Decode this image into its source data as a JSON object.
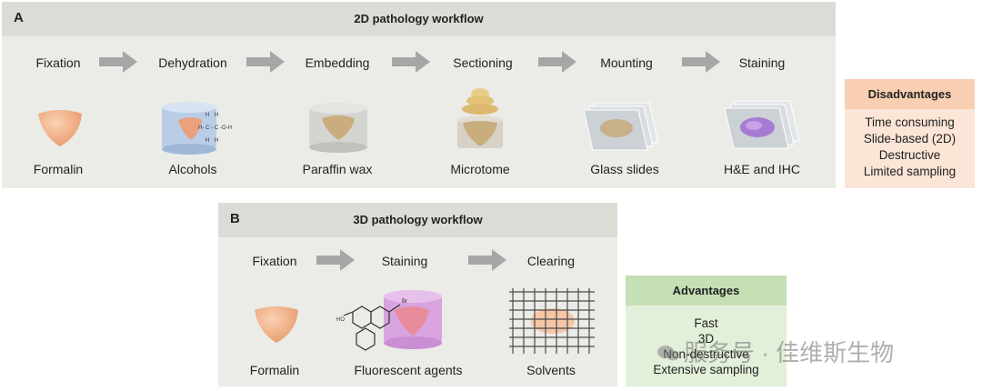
{
  "panel_a": {
    "letter": "A",
    "title": "2D pathology workflow",
    "steps": [
      "Fixation",
      "Dehydration",
      "Embedding",
      "Sectioning",
      "Mounting",
      "Staining"
    ],
    "labels": [
      "Formalin",
      "Alcohols",
      "Paraffin wax",
      "Microtome",
      "Glass slides",
      "H&E and IHC"
    ]
  },
  "panel_b": {
    "letter": "B",
    "title": "3D pathology workflow",
    "steps": [
      "Fixation",
      "Staining",
      "Clearing"
    ],
    "labels": [
      "Formalin",
      "Fluorescent agents",
      "Solvents"
    ]
  },
  "disadvantages": {
    "title": "Disadvantages",
    "items": [
      "Time consuming",
      "Slide-based (2D)",
      "Destructive",
      "Limited sampling"
    ]
  },
  "advantages": {
    "title": "Advantages",
    "items": [
      "Fast",
      "3D",
      "Non-destructive",
      "Extensive sampling"
    ]
  },
  "watermark": "服务号 · 佳维斯生物",
  "colors": {
    "panel_bg": "#ebebe7",
    "header_bg": "#dcdcd7",
    "disadvantages_bg": "#fbe5d6",
    "disadvantages_header": "#f8cfb2",
    "advantages_bg": "#e2efd9",
    "advantages_header": "#c5e0b4",
    "tissue": "#f2b389"
  }
}
